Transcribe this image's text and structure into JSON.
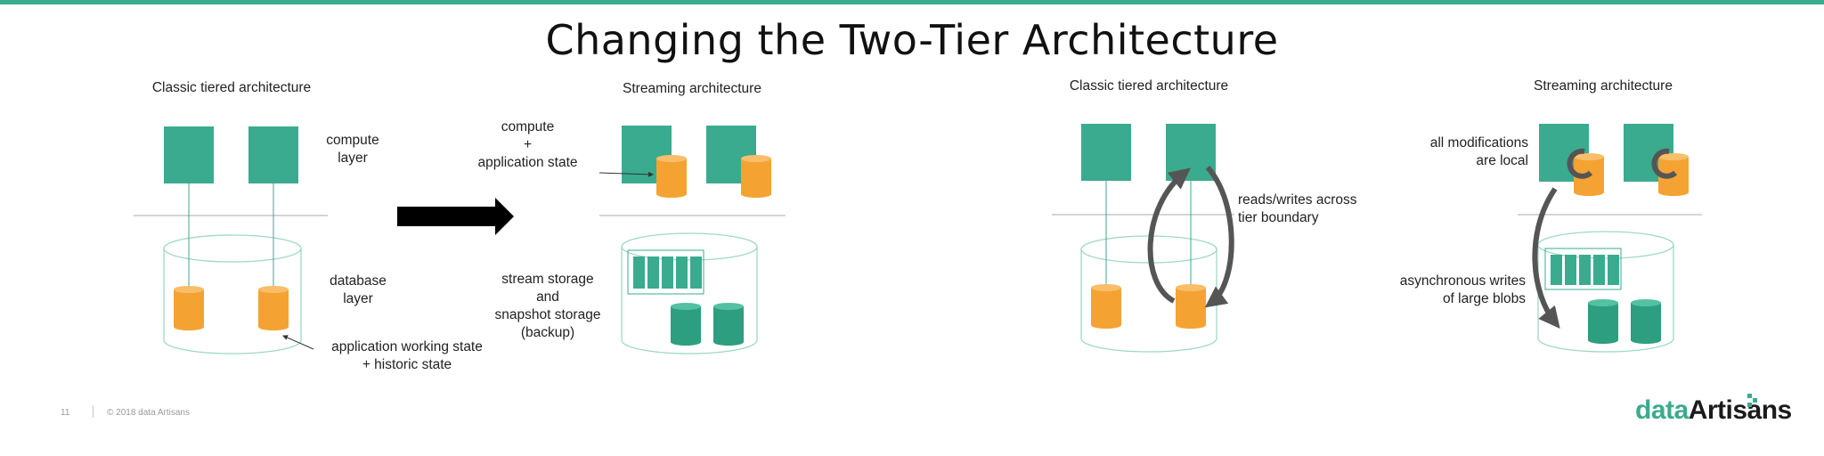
{
  "title": "Changing the Two-Tier Architecture",
  "panels": {
    "p1": {
      "heading": "Classic tiered architecture",
      "compute_label": [
        "compute",
        "layer"
      ],
      "database_label": [
        "database",
        "layer"
      ],
      "state_label": [
        "application working state",
        "+ historic state"
      ]
    },
    "p2": {
      "heading": "Streaming architecture",
      "compute_label": [
        "compute",
        "+",
        "application state"
      ],
      "storage_label": [
        "stream storage",
        "and",
        "snapshot storage",
        "(backup)"
      ]
    },
    "p3": {
      "heading": "Classic tiered architecture",
      "boundary_label": [
        "reads/writes across",
        "tier boundary"
      ]
    },
    "p4": {
      "heading": "Streaming architecture",
      "local_label": [
        "all modifications",
        "are local"
      ],
      "async_label": [
        "asynchronous writes",
        "of large blobs"
      ]
    }
  },
  "footer": {
    "page_number": "11",
    "copyright": "© 2018 data Artisans"
  },
  "logo": {
    "part1": "data",
    "part2": "Artisans"
  },
  "colors": {
    "accent": "#3aab8e",
    "compute_green": "#3aab8e",
    "state_orange": "#f4a332",
    "outline": "#9fd8c6",
    "arrow_dark": "#555555",
    "divider": "#a8a8a8"
  }
}
